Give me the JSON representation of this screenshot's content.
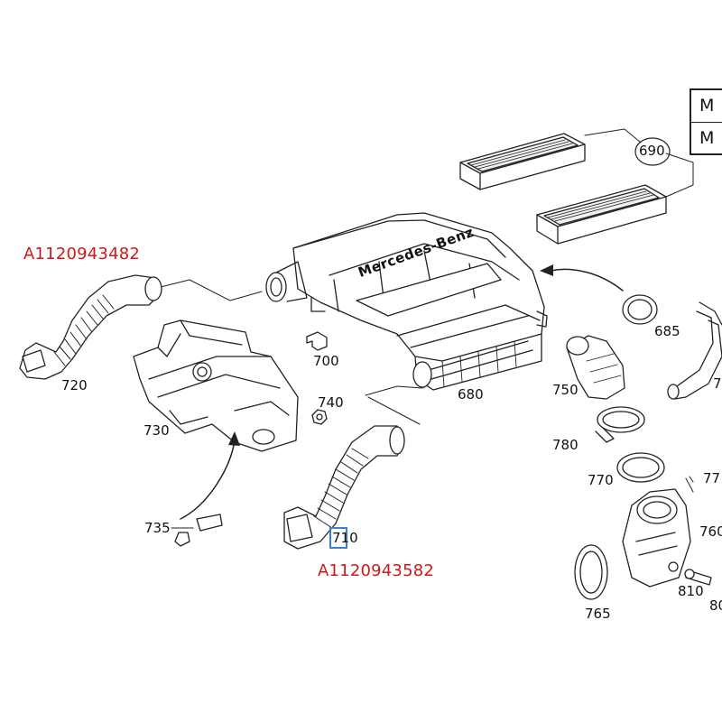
{
  "part_numbers": {
    "left_duct": "A1120943482",
    "right_duct": "A1120943582"
  },
  "callouts": {
    "c690": "690",
    "c685": "685",
    "c700": "700",
    "c680": "680",
    "c720": "720",
    "c730": "730",
    "c740": "740",
    "c750": "750",
    "c780": "780",
    "c770": "770",
    "c735": "735",
    "c710": "710",
    "c760": "760",
    "c765": "765",
    "c810": "810",
    "c77x": "77",
    "c7x": "7",
    "c80x": "80"
  },
  "table": {
    "row1": "M",
    "row2": "M"
  },
  "logo_text": "Mercedes-Benz",
  "colors": {
    "part_number": "#d01818",
    "highlight": "#3a7fd0",
    "line": "#222222"
  }
}
